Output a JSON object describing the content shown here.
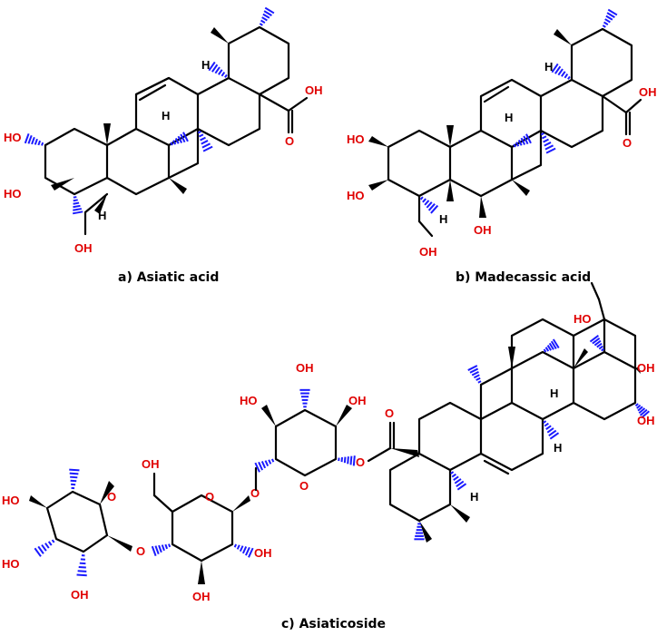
{
  "captions": {
    "a": "a) Asiatic acid",
    "b": "b) Madecassic acid",
    "c": "c) Asiaticoside"
  },
  "labels": {
    "OH": "OH",
    "HO": "HO",
    "H": "H",
    "O": "O"
  },
  "colors": {
    "oxygen": "#e00000",
    "hash_bond": "#1a1aff",
    "bond": "#000000"
  }
}
